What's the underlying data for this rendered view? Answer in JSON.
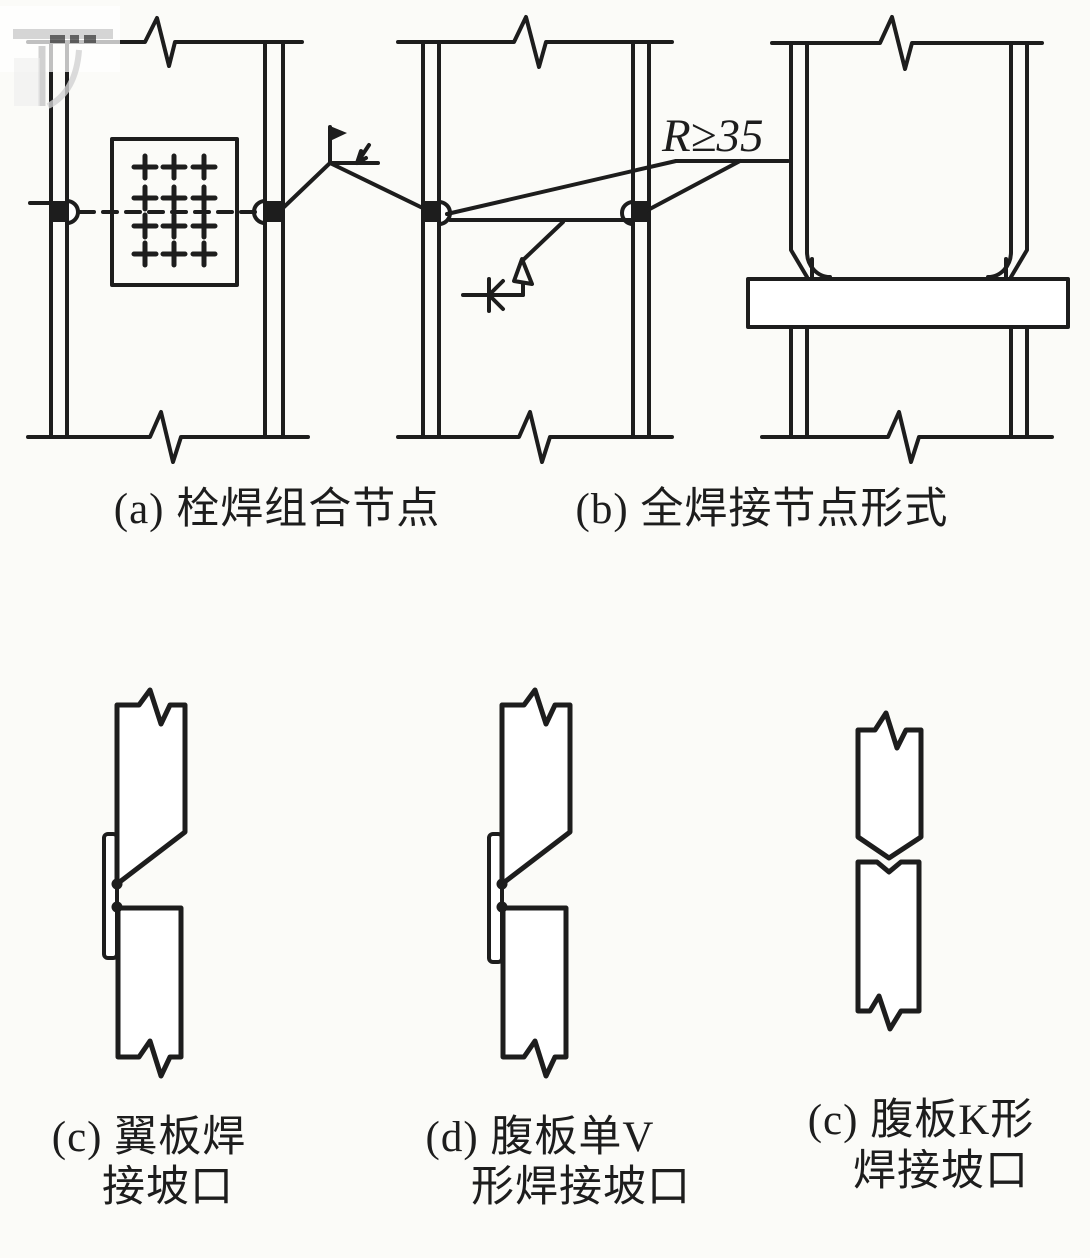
{
  "figure": {
    "background_color": "#fbfbf8",
    "ink_color": "#1d1d1d",
    "artifact_color": "#c7c7c7",
    "annotations": {
      "radius_note": "R≥35"
    },
    "captions": {
      "a": "(a) 栓焊组合节点",
      "b": "(b) 全焊接节点形式",
      "c_line1": "(c) 翼板焊",
      "c_line2": "接坡口",
      "d_line1": "(d) 腹板单V",
      "d_line2": "形焊接坡口",
      "e_line1": "(c) 腹板K形",
      "e_line2": "焊接坡口"
    }
  }
}
